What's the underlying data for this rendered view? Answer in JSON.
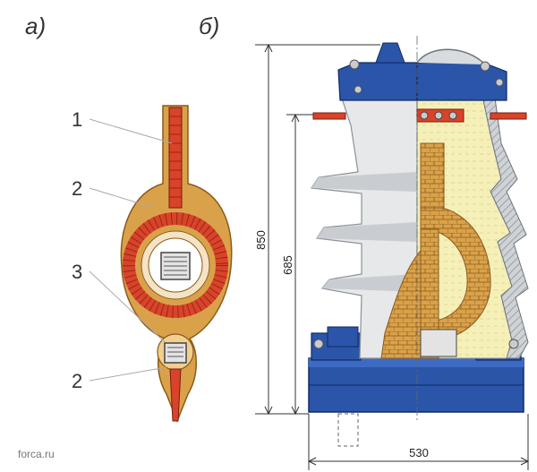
{
  "panels": {
    "a_label": "а)",
    "b_label": "б)"
  },
  "callouts": [
    "1",
    "2",
    "3",
    "2"
  ],
  "dimensions": {
    "height_total": "850",
    "height_partial": "685",
    "width_base": "530"
  },
  "watermark": "forca.ru",
  "colors": {
    "insulation_tan": "#d9a24a",
    "winding_red": "#d8432a",
    "core_gray": "#bdbdbd",
    "porcelain_gray": "#e6e8ea",
    "metal_blue": "#2b55a8",
    "oil_yellow": "#f5efb8"
  }
}
